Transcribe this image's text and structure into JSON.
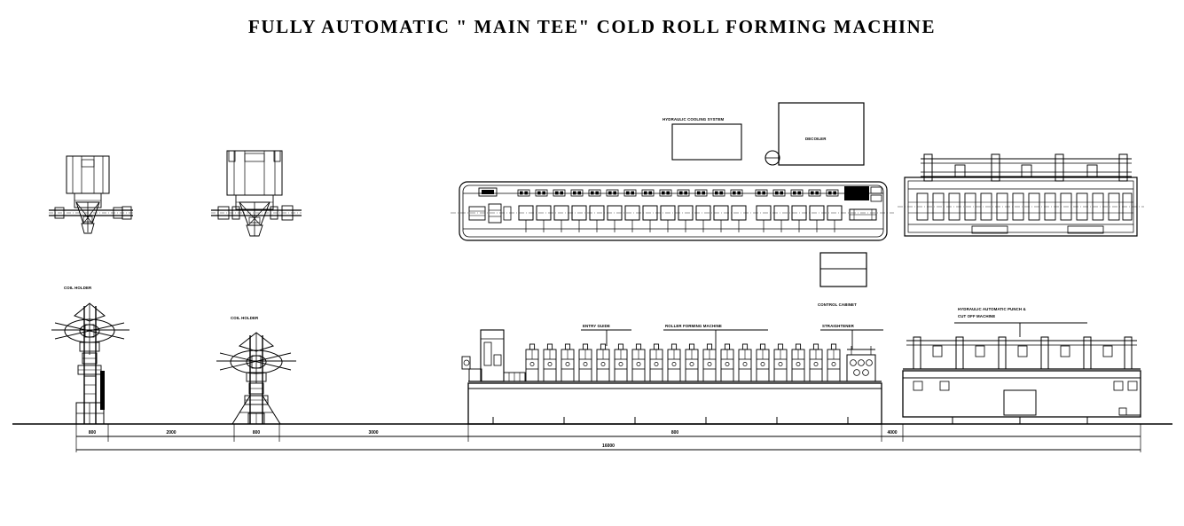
{
  "drawing": {
    "title": "FULLY AUTOMATIC \" MAIN TEE\" COLD ROLL FORMING MACHINE",
    "type": "mechanical-layout-drawing",
    "line_color": "#000000",
    "background_color": "#ffffff"
  },
  "labels": {
    "coil_holder_1": "COIL HOLDER",
    "coil_holder_2": "COIL HOLDER",
    "hydraulic_cooling_system": "HYDRAULIC COOLING SYSTEM",
    "decoiler": "DECOILER",
    "control_cabinet": "CONTROL CABINET",
    "entry_guide": "ENTRY GUIDE",
    "roller_forming_machine": "ROLLER FORMING MACHINE",
    "straightener": "STRAIGHTENER",
    "punch_cutoff_line1": "HYDRAULIC AUTOMATIC PUNCH &",
    "punch_cutoff_line2": "CUT OFF MACHINE"
  },
  "dimensions": {
    "segments": [
      {
        "id": "seg-1",
        "value": "800"
      },
      {
        "id": "seg-2",
        "value": "2000"
      },
      {
        "id": "seg-3",
        "value": "800"
      },
      {
        "id": "seg-4",
        "value": "3000"
      },
      {
        "id": "seg-5",
        "value": "800"
      },
      {
        "id": "seg-6",
        "value": "4000"
      }
    ],
    "overall": {
      "id": "overall",
      "value": "16000"
    }
  },
  "views": {
    "plan": {
      "name": "plan-view",
      "station_count": 20
    },
    "elevation": {
      "name": "front-elevation-view",
      "station_count": 20
    }
  }
}
